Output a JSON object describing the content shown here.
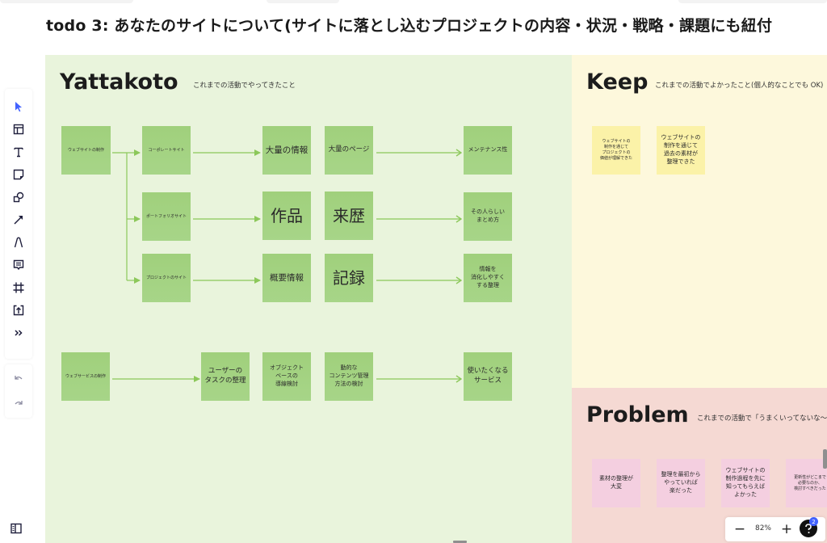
{
  "page": {
    "title": "todo 3: あなたのサイトについて(サイトに落とし込むプロジェクトの内容・状況・戦略・課題にも紐付"
  },
  "frames": {
    "yattakoto": {
      "heading": "Yattakoto",
      "subtitle": "これまでの活動でやってきたこと",
      "color": "#e9f4dc",
      "stickies": [
        {
          "id": "web-site",
          "text": "ウェブサイトの制作"
        },
        {
          "id": "corporate",
          "text": "コーポレートサイト"
        },
        {
          "id": "portfolio",
          "text": "ポートフォリオサイト"
        },
        {
          "id": "project",
          "text": "プロジェクトのサイト"
        },
        {
          "id": "much-info",
          "text": "大量の情報"
        },
        {
          "id": "much-pages",
          "text": "大量のページ"
        },
        {
          "id": "maintenance",
          "text": "メンテナンス性"
        },
        {
          "id": "works",
          "text": "作品"
        },
        {
          "id": "history",
          "text": "来歴"
        },
        {
          "id": "personal",
          "text": "その人らしい\nまとめ方"
        },
        {
          "id": "overview",
          "text": "概要情報"
        },
        {
          "id": "records",
          "text": "記録"
        },
        {
          "id": "digest",
          "text": "情報を\n消化しやすく\nする整理"
        },
        {
          "id": "web-service",
          "text": "ウェブサービスの制作"
        },
        {
          "id": "user-task",
          "text": "ユーザーの\nタスクの整理"
        },
        {
          "id": "object-based",
          "text": "オブジェクト\nベースの\n導線検討"
        },
        {
          "id": "dynamic-content",
          "text": "動的な\nコンテンツ管理\n方法の検討"
        },
        {
          "id": "want-to-use",
          "text": "使いたくなる\nサービス"
        }
      ]
    },
    "keep": {
      "heading": "Keep",
      "subtitle": "これまでの活動でよかったこと(個人的なことでも OK)",
      "color": "#fdf8dc",
      "stickies": [
        {
          "text": "ウェブサイトの\n制作を通じて\nプロジェクトの\n価値が理解できた"
        },
        {
          "text": "ウェブサイトの\n制作を通じて\n過去の素材が\n整理できた"
        }
      ]
    },
    "problem": {
      "heading": "Problem",
      "subtitle": "これまでの活動で「うまくいってないな〜」",
      "color": "#f5d9d3",
      "stickies": [
        {
          "text": "素材の整理が\n大変"
        },
        {
          "text": "整理を最初から\nやっていれば\n楽だった"
        },
        {
          "text": "ウェブサイトの\n制作過程を先に\n知ってもらえば\nよかった"
        },
        {
          "text": "更新性がどこまで\n必要なのか、\n検討すべきだった"
        }
      ]
    }
  },
  "toolbar": {
    "tools": [
      {
        "name": "select-icon",
        "label": "Select"
      },
      {
        "name": "template-icon",
        "label": "Templates"
      },
      {
        "name": "text-icon",
        "label": "Text"
      },
      {
        "name": "sticky-note-icon",
        "label": "Sticky note"
      },
      {
        "name": "shapes-icon",
        "label": "Shapes"
      },
      {
        "name": "arrow-icon",
        "label": "Connection line"
      },
      {
        "name": "pen-icon",
        "label": "Pen"
      },
      {
        "name": "comment-icon",
        "label": "Comment"
      },
      {
        "name": "frame-icon",
        "label": "Frame"
      },
      {
        "name": "upload-icon",
        "label": "Upload"
      },
      {
        "name": "more-icon",
        "label": "More"
      }
    ],
    "undo": "Undo",
    "redo": "Redo"
  },
  "zoom": {
    "value": "82%",
    "minus": "−",
    "plus": "+",
    "help_badge": "2"
  },
  "colors": {
    "accent": "#4262ff",
    "connector": "#8cc85a",
    "sticky_green": "#a3d281",
    "sticky_yellow": "#fbf2a8",
    "sticky_pink": "#f4cfe0"
  }
}
